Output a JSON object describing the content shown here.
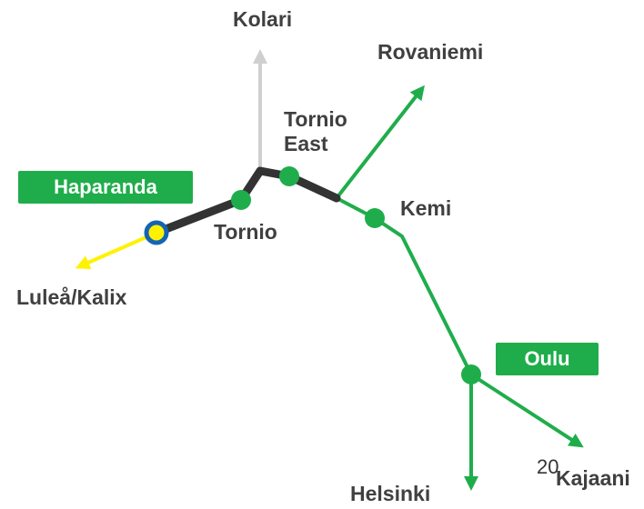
{
  "colors": {
    "green": "#1fad4b",
    "dark_track": "#333333",
    "grey_branch": "#cfcfcf",
    "yellow_branch": "#fff200",
    "terminal_ring": "#1464b4",
    "terminal_fill": "#fff200",
    "label_text": "#404040",
    "badge_text": "#ffffff"
  },
  "places": {
    "kolari": "Kolari",
    "rovaniemi": "Rovaniemi",
    "tornio_east_line1": "Tornio",
    "tornio_east_line2": "East",
    "kemi": "Kemi",
    "tornio": "Tornio",
    "lulea_kalix": "Luleå/Kalix",
    "helsinki": "Helsinki",
    "kajaani": "Kajaani"
  },
  "badges": {
    "haparanda": "Haparanda",
    "oulu": "Oulu"
  },
  "page_number": "20"
}
